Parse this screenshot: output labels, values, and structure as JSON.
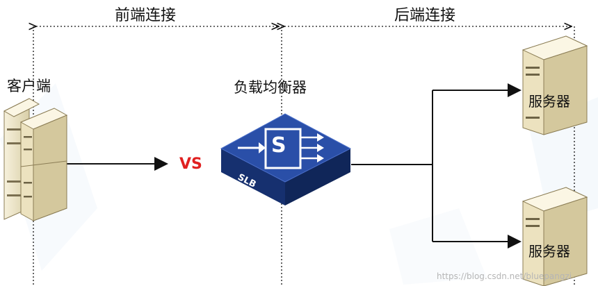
{
  "labels": {
    "frontend": "前端连接",
    "backend": "后端连接",
    "client": "客户端",
    "balancer": "负载均衡器",
    "vs": "VS",
    "slb_icon_text": "S",
    "slb_name": "SLB",
    "server_top": "服务器",
    "server_bottom": "服务器"
  },
  "watermark": "https://blog.csdn.net/bluepangzi",
  "colors": {
    "slb_blue": "#1f3d8c",
    "slb_top": "#2c53b0",
    "vs_red": "#e02020",
    "server_beige": "#efe6c8",
    "line": "#111111"
  },
  "icons": [
    "client-servers-icon",
    "slb-device-icon",
    "server-icon"
  ]
}
